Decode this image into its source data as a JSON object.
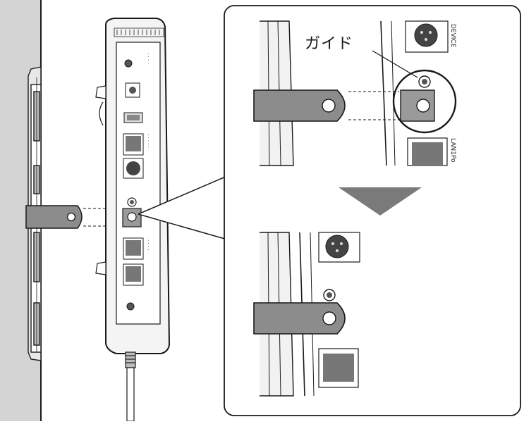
{
  "callout": {
    "guide_label": "ガイド"
  },
  "port_labels": {
    "device": "DEVICE",
    "lan": "LAN1Po"
  },
  "colors": {
    "outline": "#1a1a1a",
    "bracket": "#8c8c8c",
    "wall": "#d4d4d4",
    "panel_bg": "#ffffff"
  }
}
